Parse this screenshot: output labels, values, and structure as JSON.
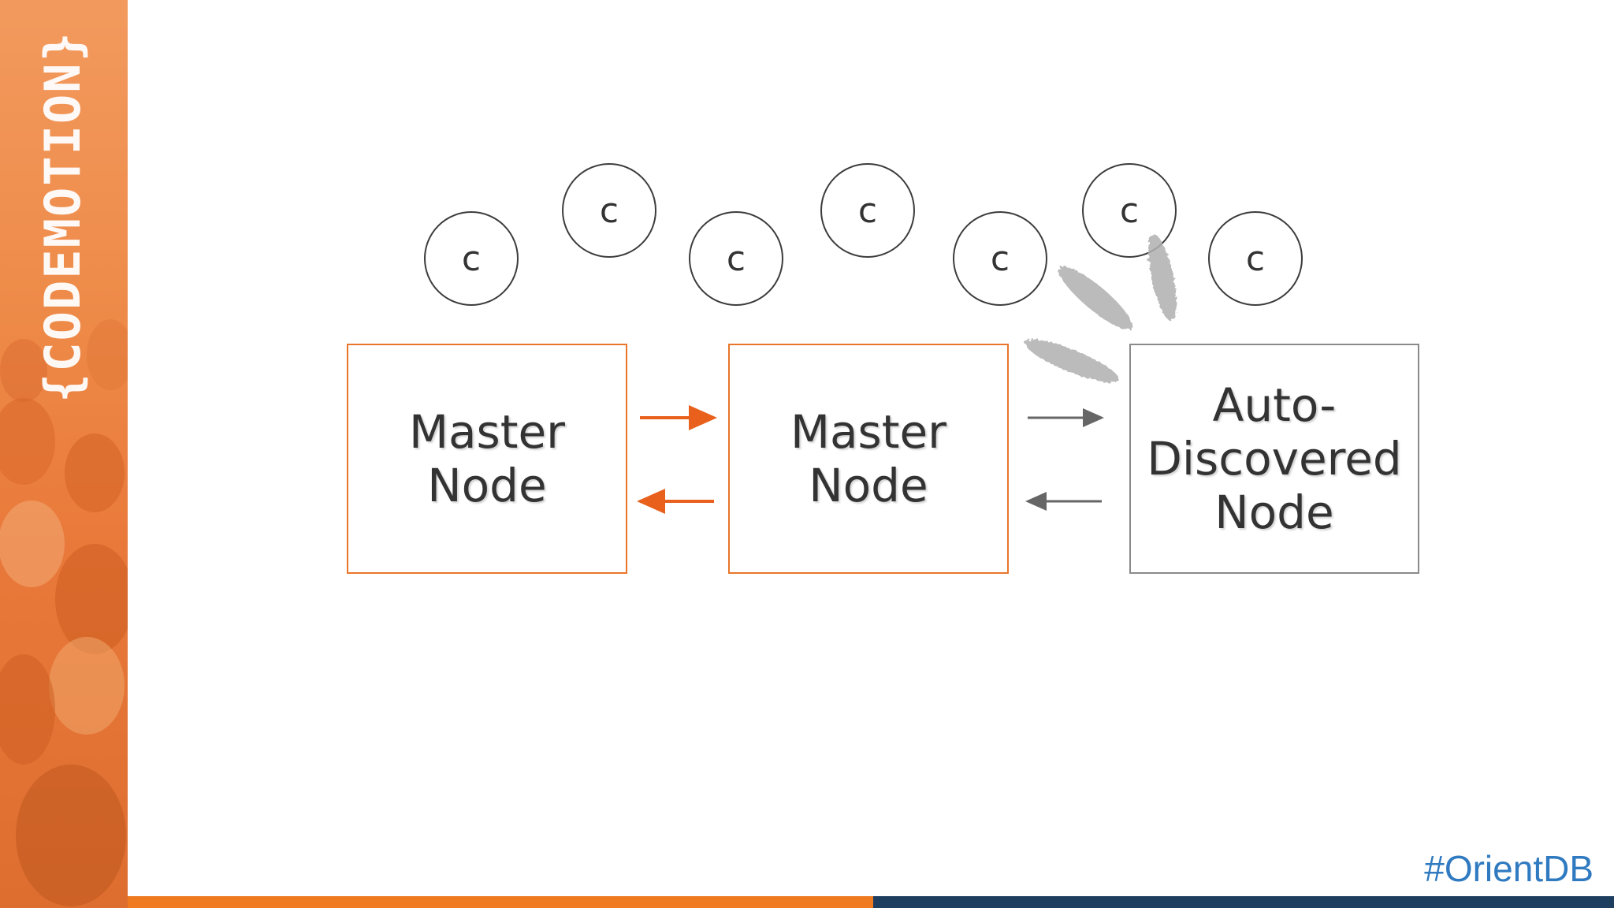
{
  "sidebar": {
    "brand_text": "{CODEMOTION}",
    "accent_color": "#ee8a48"
  },
  "diagram": {
    "clients": [
      "c",
      "c",
      "c",
      "c",
      "c",
      "c",
      "c"
    ],
    "nodes": {
      "master_1": "Master\nNode",
      "master_2": "Master\nNode",
      "auto": "Auto-\nDiscovered\nNode"
    },
    "colors": {
      "master_border": "#e8752a",
      "master_arrow": "#e8601c",
      "auto_border": "#8a8a8a",
      "auto_arrow": "#666666",
      "discovery_glow": "#b0b0b0"
    }
  },
  "footer": {
    "hashtag": "#OrientDB",
    "bar_left_color": "#ef7a20",
    "bar_right_color": "#1e3e5f"
  }
}
